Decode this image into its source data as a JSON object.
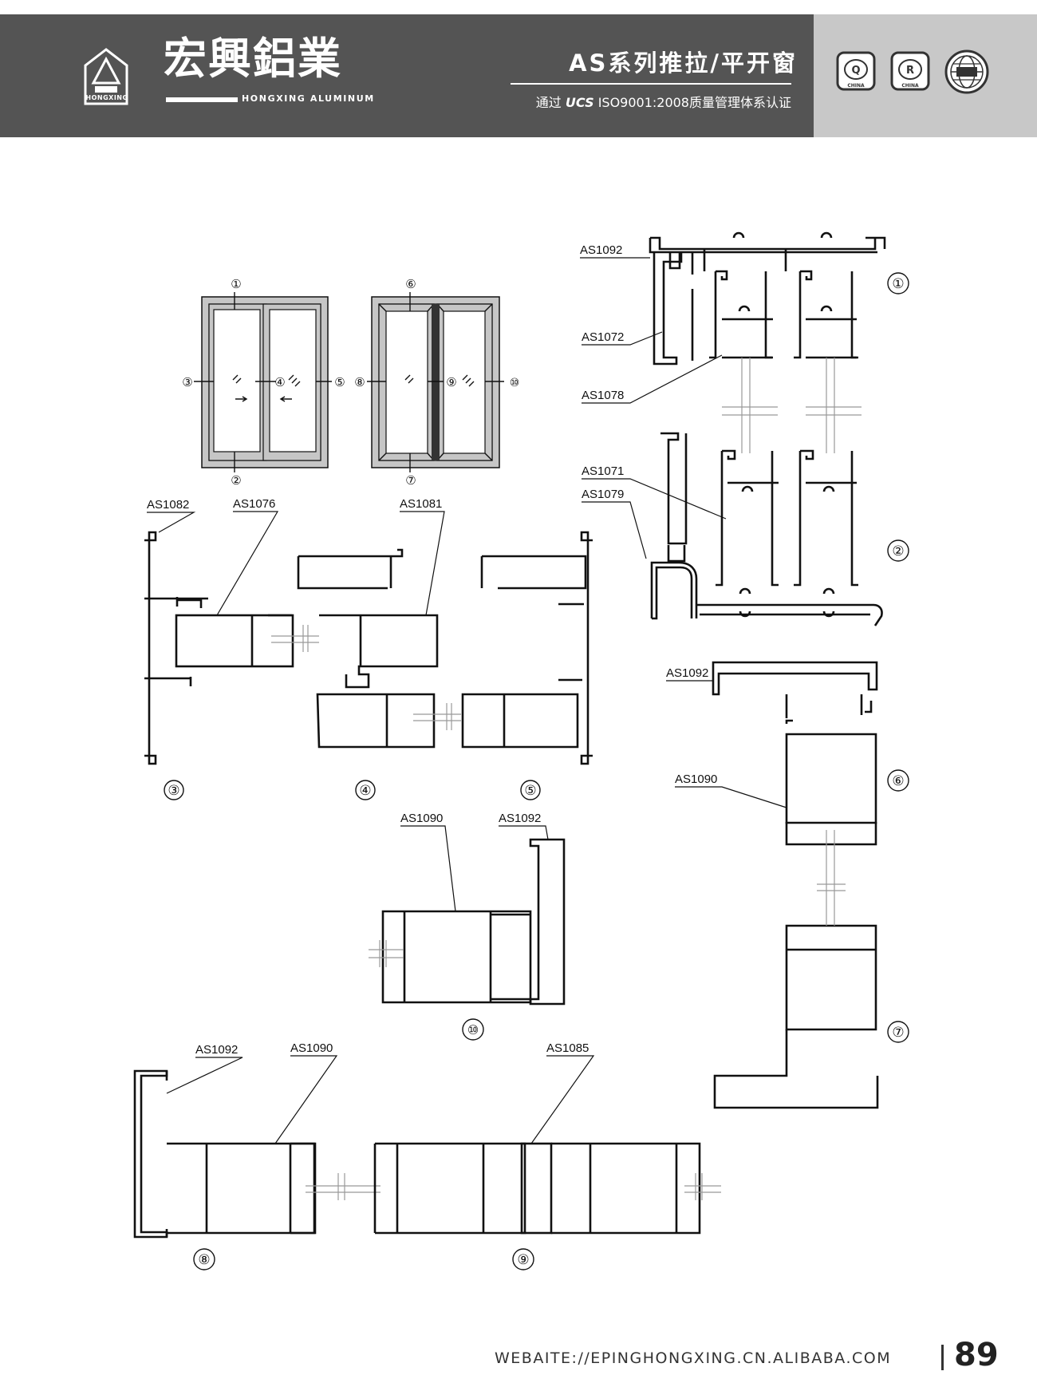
{
  "header": {
    "brand_cn": "宏興鋁業",
    "brand_en": "HONGXING ALUMINUM",
    "logo_text": "HONGXING",
    "series_title": "AS系列推拉/平开窗",
    "cert_prefix": "通过",
    "cert_mark": "UCS",
    "cert_suffix": "ISO9001:2008质量管理体系认证",
    "badges": [
      "CHINA",
      "CHINA"
    ],
    "badge_letters": [
      "Q",
      "R"
    ]
  },
  "elevations": {
    "left_marks": [
      "①",
      "②",
      "③",
      "④",
      "⑤"
    ],
    "right_marks": [
      "⑥",
      "⑦",
      "⑧",
      "⑨",
      "⑩"
    ]
  },
  "sections": {
    "s1": {
      "num": "①",
      "labels": [
        "AS1092",
        "AS1072",
        "AS1078"
      ]
    },
    "s2": {
      "num": "②",
      "labels": [
        "AS1071",
        "AS1079"
      ]
    },
    "s3": {
      "num": "③",
      "labels": [
        "AS1082",
        "AS1076"
      ]
    },
    "s4": {
      "num": "④",
      "labels": [
        "AS1081"
      ]
    },
    "s5": {
      "num": "⑤"
    },
    "s6": {
      "num": "⑥",
      "labels": [
        "AS1092",
        "AS1090"
      ]
    },
    "s7": {
      "num": "⑦"
    },
    "s10": {
      "num": "⑩",
      "labels": [
        "AS1090",
        "AS1092"
      ]
    },
    "s8": {
      "num": "⑧",
      "labels": [
        "AS1092",
        "AS1090"
      ]
    },
    "s9": {
      "num": "⑨",
      "labels": [
        "AS1085"
      ]
    }
  },
  "footer": {
    "url": "WEBAITE://EPINGHONGXING.CN.ALIBABA.COM",
    "page": "89"
  },
  "colors": {
    "header_dark": "#545454",
    "header_light": "#c8c8c8"
  }
}
